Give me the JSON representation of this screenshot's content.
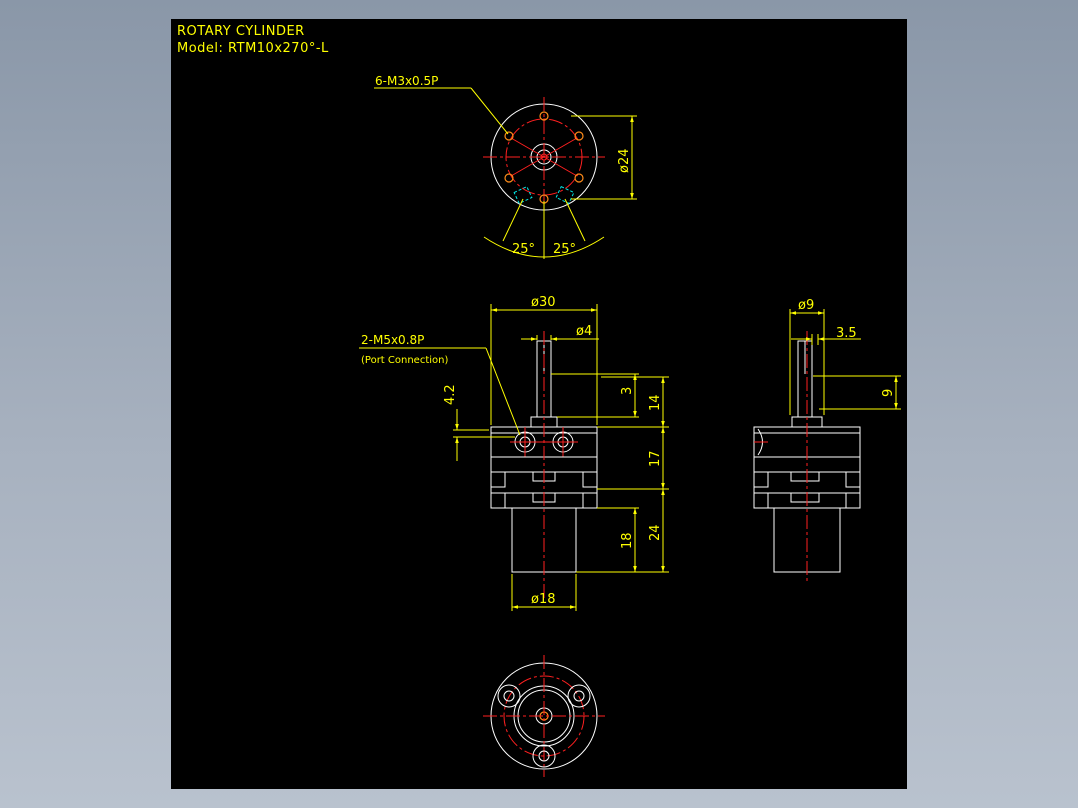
{
  "title_block": {
    "title": "ROTARY CYLINDER",
    "model": "Model: RTM10x270°-L"
  },
  "annotations": {
    "top_holes": "6-M3x0.5P",
    "top_diameter": "ø24",
    "angle_left": "25°",
    "angle_right": "25°",
    "body_diameter": "ø30",
    "shaft_diameter": "ø4",
    "port_thread": "2-M5x0.8P",
    "port_note": "(Port Connection)",
    "port_offset": "4.2",
    "shaft_flat": "3",
    "shaft_length": "14",
    "body_height": "17",
    "base_height_18": "18",
    "base_height_24": "24",
    "base_diameter": "ø18",
    "side_diameter": "ø9",
    "side_flat": "3.5",
    "side_length": "9"
  },
  "colors": {
    "background": "#000000",
    "outline": "#ffffff",
    "centerline": "#ff2020",
    "dimension": "#ffff00",
    "hidden": "#00e5e5",
    "hole": "#ff8c1a"
  }
}
